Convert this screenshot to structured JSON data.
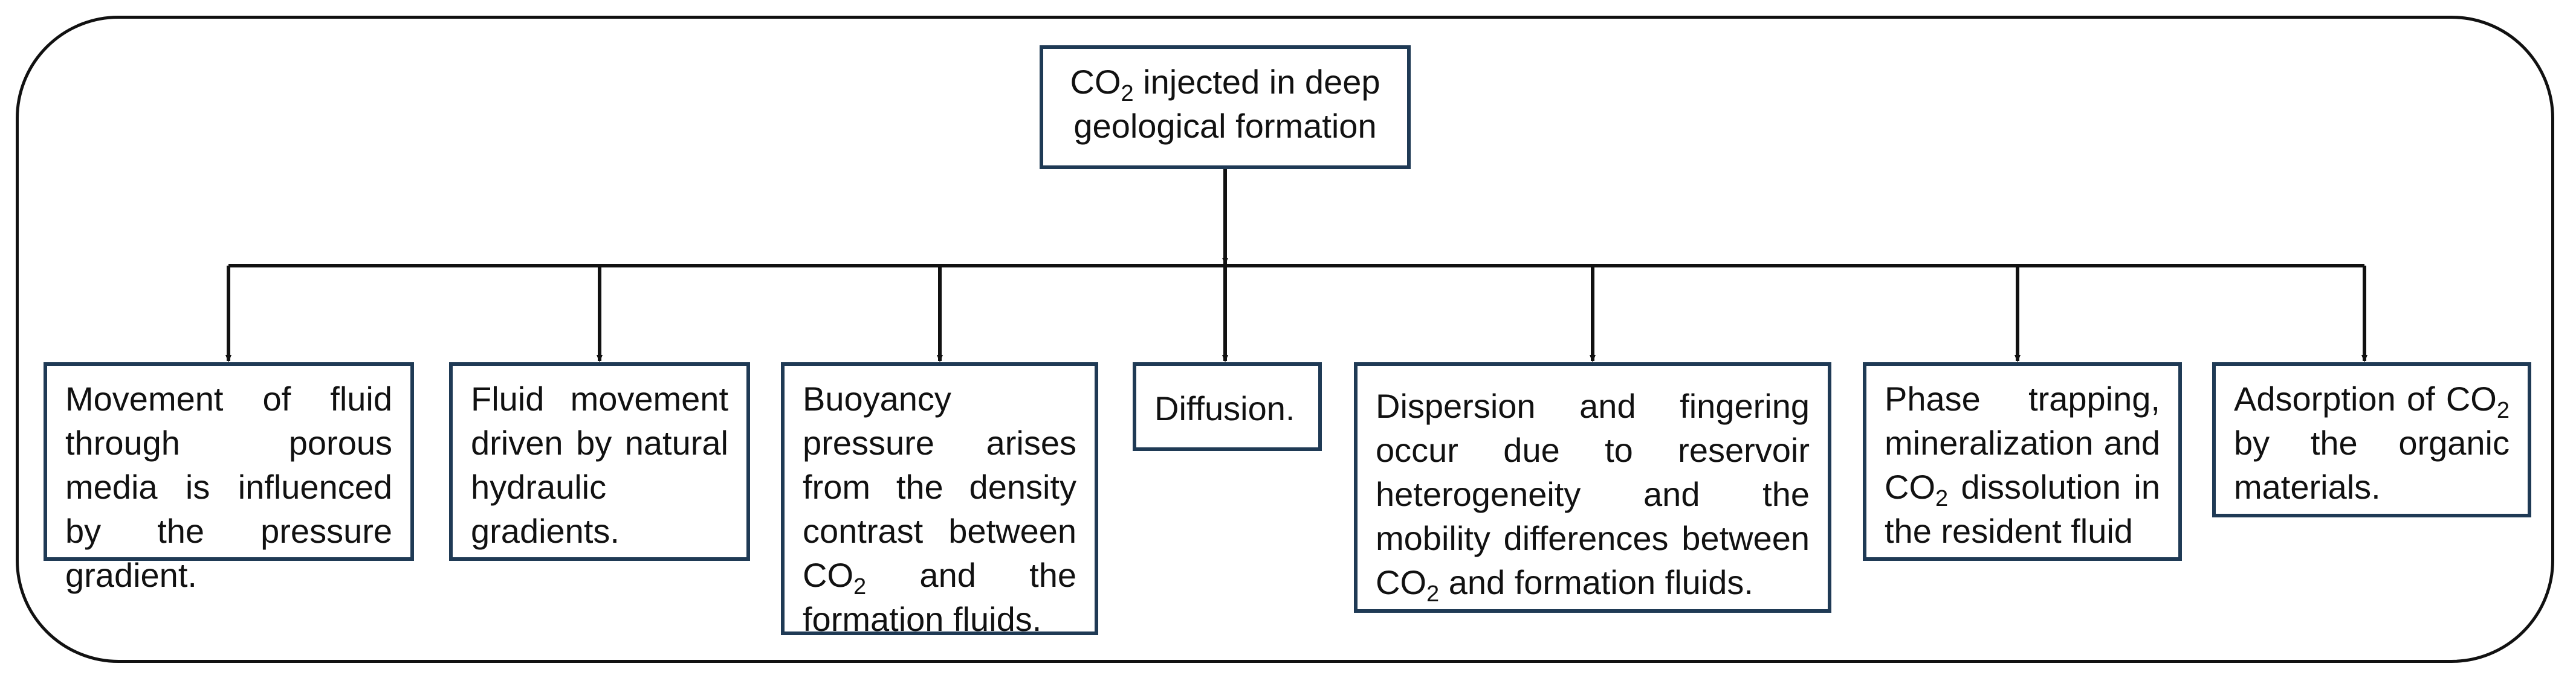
{
  "diagram": {
    "root": {
      "pre": "CO",
      "sub": "2",
      "post": " injected in deep geological formation"
    },
    "children": [
      {
        "pre": "Movement of fluid through porous media is influenced by the pressure gradient.",
        "sub": "",
        "post": ""
      },
      {
        "pre": "Fluid movement driven by natural hydraulic gradients.",
        "sub": "",
        "post": ""
      },
      {
        "pre": "Buoyancy pressure arises from the density contrast between CO",
        "sub": "2",
        "post": " and the formation fluids."
      },
      {
        "pre": "Diffusion.",
        "sub": "",
        "post": ""
      },
      {
        "pre": "Dispersion and fingering occur due to reservoir heterogeneity and the mobility differences between CO",
        "sub": "2",
        "post": " and formation fluids."
      },
      {
        "pre": "Phase trapping, mineralization and CO",
        "sub": "2",
        "post": " dissolution in the resident fluid"
      },
      {
        "pre": "Adsorption of CO",
        "sub": "2",
        "post": " by the organic materials."
      }
    ]
  }
}
